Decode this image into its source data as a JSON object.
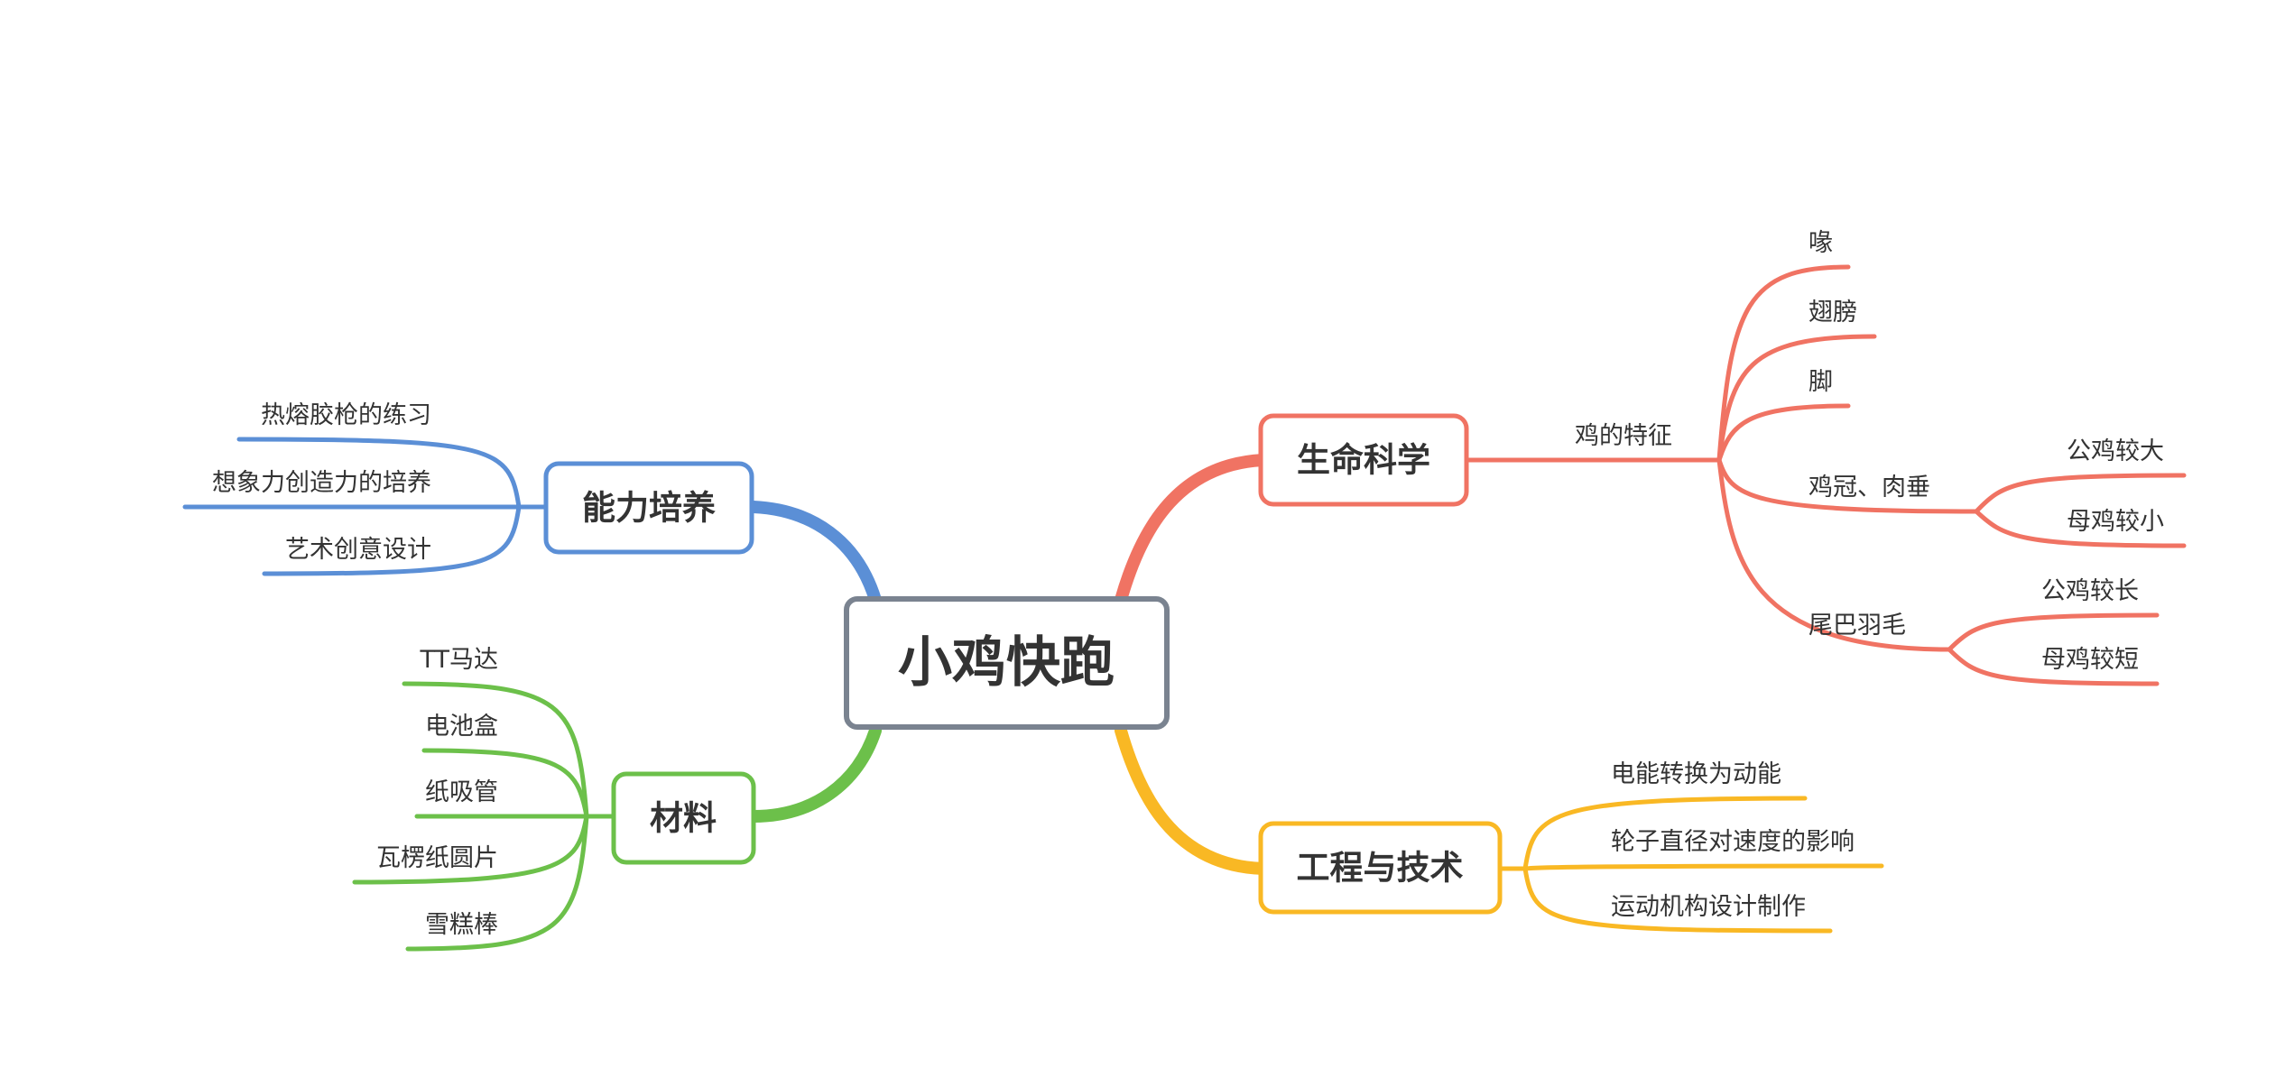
{
  "center": {
    "label": "小鸡快跑",
    "color": "#7a8390"
  },
  "branches": {
    "life_science": {
      "label": "生命科学",
      "color": "#f07363",
      "sub": {
        "label": "鸡的特征",
        "items": {
          "beak": "喙",
          "wing": "翅膀",
          "foot": "脚",
          "comb": {
            "label": "鸡冠、肉垂",
            "items": [
              "公鸡较大",
              "母鸡较小"
            ]
          },
          "tail": {
            "label": "尾巴羽毛",
            "items": [
              "公鸡较长",
              "母鸡较短"
            ]
          }
        }
      }
    },
    "engineering": {
      "label": "工程与技术",
      "color": "#f9b824",
      "items": [
        "电能转换为动能",
        "轮子直径对速度的影响",
        "运动机构设计制作"
      ]
    },
    "ability": {
      "label": "能力培养",
      "color": "#5b8fd6",
      "items": [
        "热熔胶枪的练习",
        "想象力创造力的培养",
        "艺术创意设计"
      ]
    },
    "materials": {
      "label": "材料",
      "color": "#6cc04a",
      "items": [
        "TT马达",
        "电池盒",
        "纸吸管",
        "瓦楞纸圆片",
        "雪糕棒"
      ]
    }
  }
}
